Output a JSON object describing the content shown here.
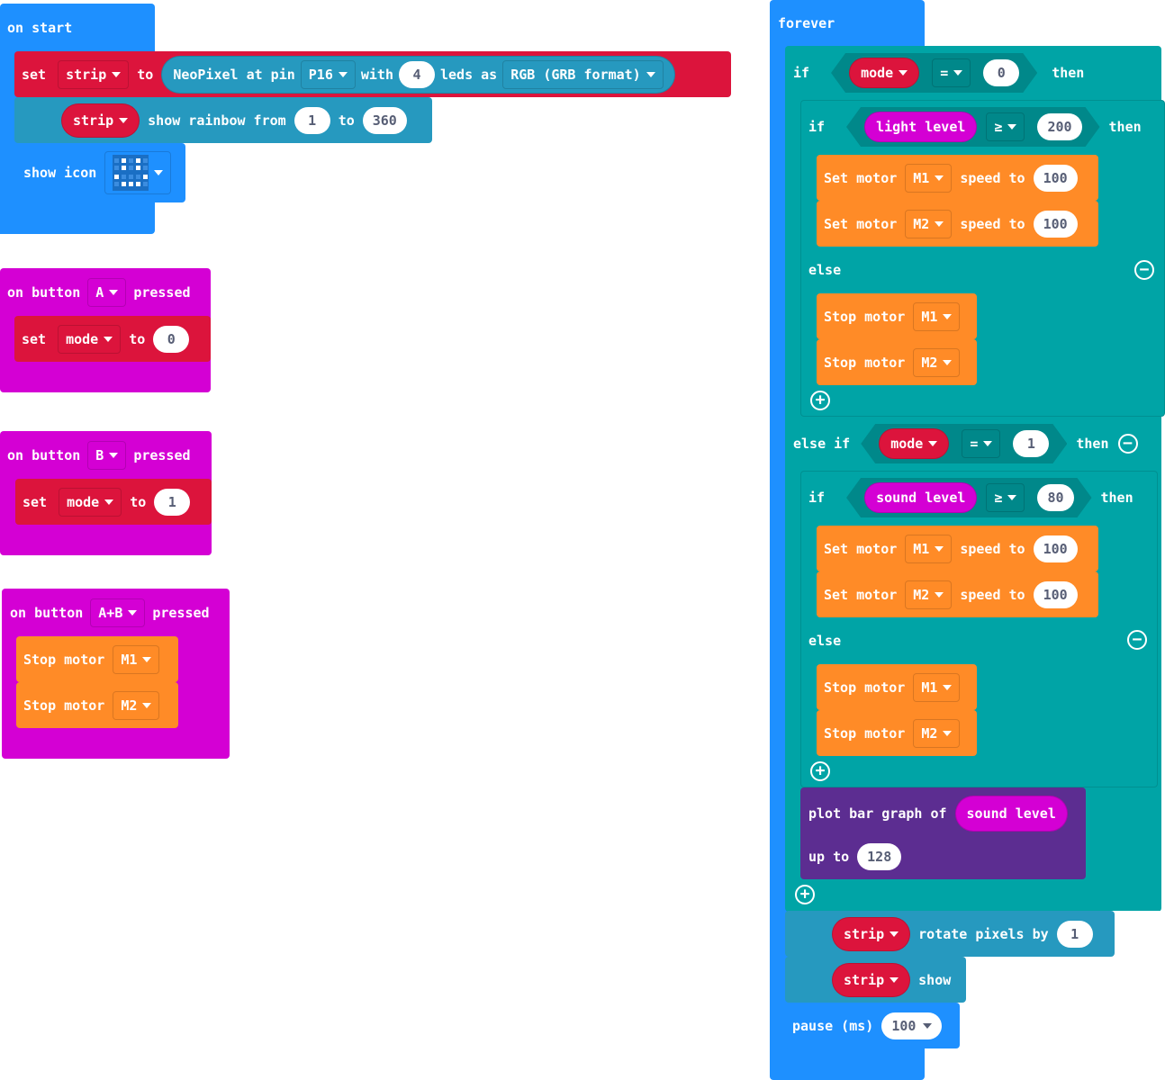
{
  "colors": {
    "basic": "#1e90ff",
    "variables": "#dc143c",
    "neopixel": "#2699bf",
    "input": "#d400d4",
    "motor": "#ff8b27",
    "logic": "#00a4a6",
    "led": "#5c2d91"
  },
  "on_start": {
    "label": "on start",
    "set_kw": "set",
    "strip_var": "strip",
    "to_kw": "to",
    "neopixel_text": "NeoPixel at pin",
    "pin": "P16",
    "with_kw": "with",
    "leds_count": "4",
    "leds_as": "leds as",
    "format": "RGB (GRB format)",
    "rainbow_var": "strip",
    "show_rainbow": "show rainbow from",
    "rainbow_from": "1",
    "rainbow_to_kw": "to",
    "rainbow_to": "360",
    "show_icon": "show icon"
  },
  "button_a": {
    "on_button": "on button",
    "button": "A",
    "pressed": "pressed",
    "set_kw": "set",
    "var": "mode",
    "to_kw": "to",
    "value": "0"
  },
  "button_b": {
    "on_button": "on button",
    "button": "B",
    "pressed": "pressed",
    "set_kw": "set",
    "var": "mode",
    "to_kw": "to",
    "value": "1"
  },
  "button_ab": {
    "on_button": "on button",
    "button": "A+B",
    "pressed": "pressed",
    "stop1_text": "Stop motor",
    "stop1_motor": "M1",
    "stop2_text": "Stop motor",
    "stop2_motor": "M2"
  },
  "forever": {
    "label": "forever",
    "if_kw": "if",
    "mode_var": "mode",
    "eq_op": "=",
    "mode_value0": "0",
    "then_kw": "then",
    "inner_if_kw": "if",
    "light_level": "light level",
    "gte_op": "≥",
    "light_threshold": "200",
    "inner_then_kw": "then",
    "set_motor": "Set motor",
    "speed_to": "speed to",
    "m1": "M1",
    "m2": "M2",
    "speed_value": "100",
    "else_kw": "else",
    "stop_motor": "Stop motor",
    "else_if_kw": "else if",
    "mode_value1": "1",
    "sound_level": "sound level",
    "sound_threshold": "80",
    "plot_bar": "plot bar graph of",
    "plot_value": "sound level",
    "up_to": "up to",
    "up_to_value": "128",
    "rotate_var": "strip",
    "rotate_text": "rotate pixels by",
    "rotate_value": "1",
    "show_var": "strip",
    "show_text": "show",
    "pause_text": "pause (ms)",
    "pause_value": "100"
  }
}
